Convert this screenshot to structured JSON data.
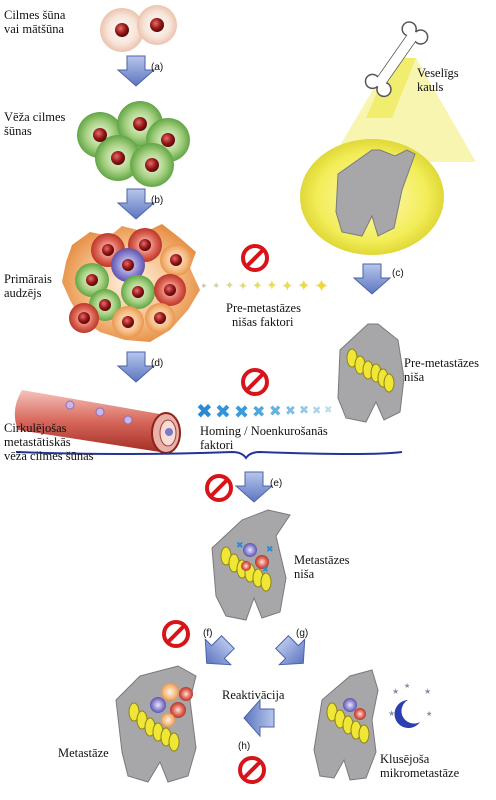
{
  "labels": {
    "stem_cell_1": "Cilmes šūna",
    "stem_cell_2": "vai mātšūna",
    "cancer_stem_1": "Vēža cilmes",
    "cancer_stem_2": "šūnas",
    "primary_tumor_1": "Primārais",
    "primary_tumor_2": "audzējs",
    "circulating_1": "Cirkulējošas",
    "circulating_2": "metastātiskās",
    "circulating_3": "vēža cilmes šūnas",
    "healthy_bone_1": "Veselīgs",
    "healthy_bone_2": "kauls",
    "premet_factors_1": "Pre-metastāzes",
    "premet_factors_2": "nišas faktori",
    "premet_niche_1": "Pre-metastāzes",
    "premet_niche_2": "niša",
    "homing_1": "Homing / Noenkurošanās",
    "homing_2": "faktori",
    "met_niche_1": "Metastāzes",
    "met_niche_2": "niša",
    "reactivation": "Reaktivācija",
    "metastasis": "Metastāze",
    "dormant_1": "Klusējoša",
    "dormant_2": "mikrometastāze"
  },
  "steps": {
    "a": "(a)",
    "b": "(b)",
    "c": "(c)",
    "d": "(d)",
    "e": "(e)",
    "f": "(f)",
    "g": "(g)",
    "h": "(h)"
  },
  "colors": {
    "arrow_fill": "#7c95d0",
    "arrow_stroke": "#4a62a8",
    "inhibit_red": "#d8141a",
    "bone_gray": "#a3a3a6",
    "yellow_zone": "#ece84a",
    "cell_green": "#6fb04a",
    "cell_red": "#c93b2b",
    "cell_orange": "#f0a866",
    "nucleus": "#8a1616",
    "homing_blue": "#4aa3dc",
    "star_yellow": "#e8d84a"
  }
}
